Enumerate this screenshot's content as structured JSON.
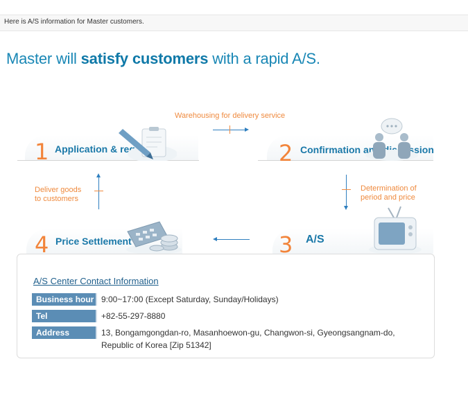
{
  "top_bar": {
    "text": "Here is A/S information for Master customers."
  },
  "headline": {
    "part1": "Master will ",
    "emphasis": "satisfy customers",
    "part2": " with a rapid A/S."
  },
  "steps": [
    {
      "number": "1",
      "title": "Application & request",
      "icon": "clipboard-pen-icon"
    },
    {
      "number": "2",
      "title": "Confirmation and discussion",
      "icon": "people-chat-icon"
    },
    {
      "number": "3",
      "title": "A/S",
      "icon": "television-icon"
    },
    {
      "number": "4",
      "title": "Price Settlement",
      "icon": "calculator-coins-icon"
    }
  ],
  "flow_labels": {
    "top": "Warehousing for delivery service",
    "left_line1": "Deliver goods",
    "left_line2": "to customers",
    "right_line1": "Determination of",
    "right_line2": "period and price"
  },
  "contact": {
    "title": "A/S Center Contact Information",
    "rows": [
      {
        "label": "Business hour",
        "value": "9:00~17:00 (Except Saturday, Sunday/Holidays)"
      },
      {
        "label": "Tel",
        "value": "+82-55-297-8880"
      },
      {
        "label": "Address",
        "value_line1": "13, Bongamgongdan-ro, Masanhoewon-gu, Changwon-si, Gyeongsangnam-do,",
        "value_line2": "Republic of Korea [Zip 51342]"
      }
    ]
  },
  "colors": {
    "accent_blue": "#1987b5",
    "orange": "#f2843a",
    "label_bg": "#5b8db5"
  }
}
